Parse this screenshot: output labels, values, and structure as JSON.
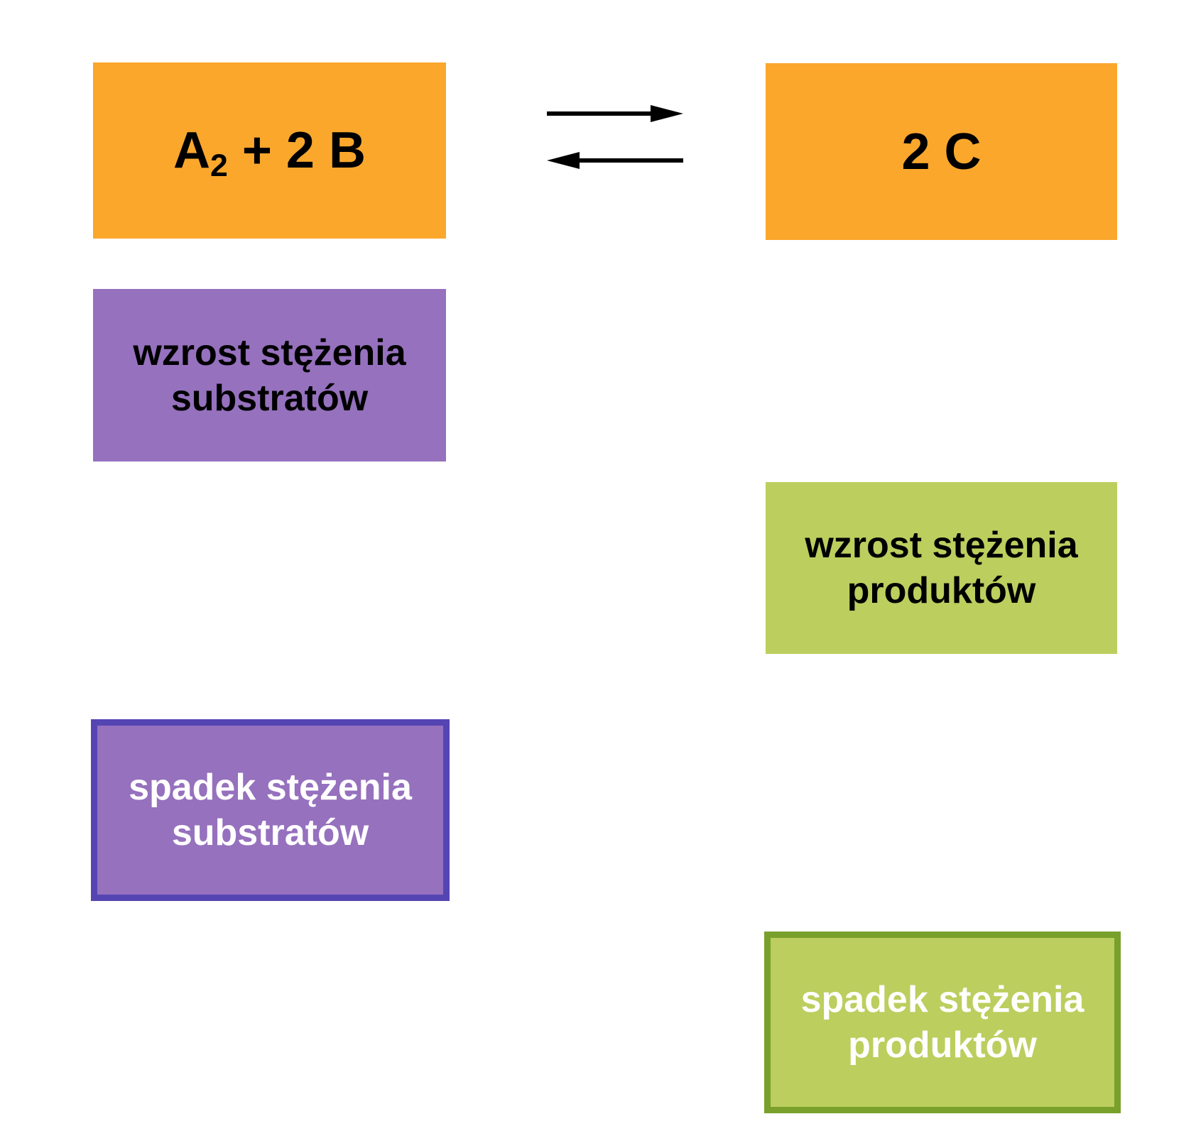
{
  "equation": {
    "reactants": {
      "base": "A",
      "subscript": "2",
      "rest": " + 2 B"
    },
    "products": {
      "label": "2 C"
    }
  },
  "labels": {
    "substrate_increase": {
      "line1": "wzrost stężenia",
      "line2": "substratów"
    },
    "product_increase": {
      "line1": "wzrost stężenia",
      "line2": "produktów"
    },
    "substrate_decrease": {
      "line1": "spadek stężenia",
      "line2": "substratów"
    },
    "product_decrease": {
      "line1": "spadek stężenia",
      "line2": "produktów"
    }
  },
  "colors": {
    "equation_box_fill": "#FAA72C",
    "substrate_box_fill": "#9671BE",
    "substrate_box_border": "#5445B3",
    "product_box_fill": "#BCCE5E",
    "product_box_border": "#7AA02C",
    "text_dark": "#000000",
    "text_light": "#FFFFFF",
    "arrow": "#000000",
    "background": "#FFFFFF"
  }
}
